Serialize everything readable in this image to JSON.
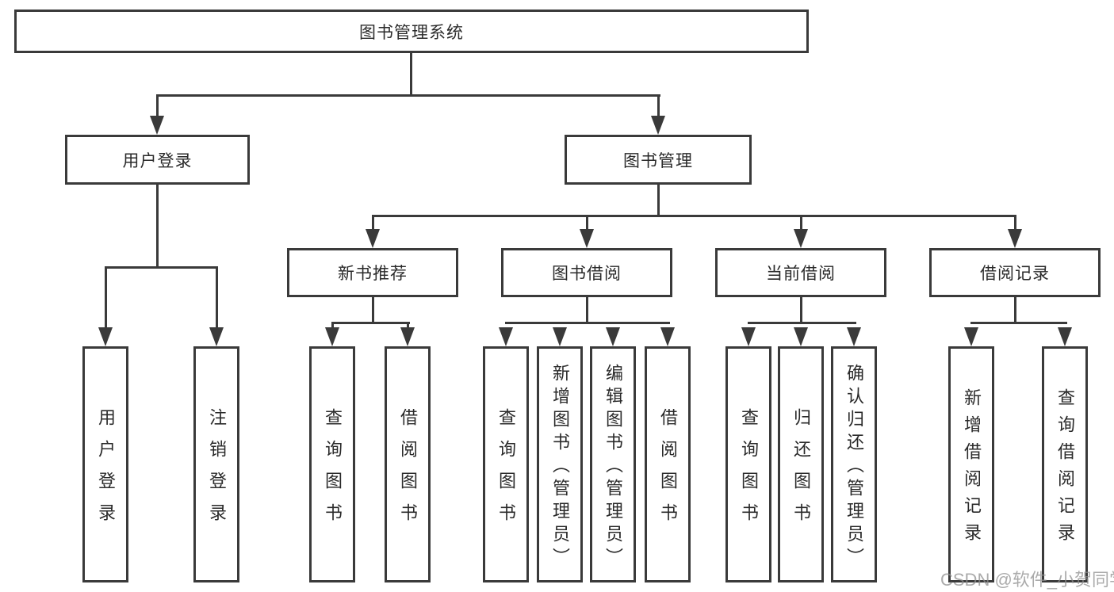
{
  "diagram": {
    "title": "图书管理系统",
    "branches": [
      {
        "label": "用户登录",
        "children": [
          {
            "label": "用户登录"
          },
          {
            "label": "注销登录"
          }
        ]
      },
      {
        "label": "图书管理",
        "children": [
          {
            "label": "新书推荐",
            "children": [
              {
                "label": "查询图书"
              },
              {
                "label": "借阅图书"
              }
            ]
          },
          {
            "label": "图书借阅",
            "children": [
              {
                "label": "查询图书"
              },
              {
                "label": "新增图书（管理员）"
              },
              {
                "label": "编辑图书（管理员）"
              },
              {
                "label": "借阅图书"
              }
            ]
          },
          {
            "label": "当前借阅",
            "children": [
              {
                "label": "查询图书"
              },
              {
                "label": "归还图书"
              },
              {
                "label": "确认归还（管理员）"
              }
            ]
          },
          {
            "label": "借阅记录",
            "children": [
              {
                "label": "新增借阅记录"
              },
              {
                "label": "查询借阅记录"
              }
            ]
          }
        ]
      }
    ]
  },
  "watermark": "CSDN @软件_小贺同学",
  "colors": {
    "line": "#3a3a3a",
    "text": "#2a2a2a",
    "watermark": "#8f8f8f",
    "background": "#ffffff"
  }
}
